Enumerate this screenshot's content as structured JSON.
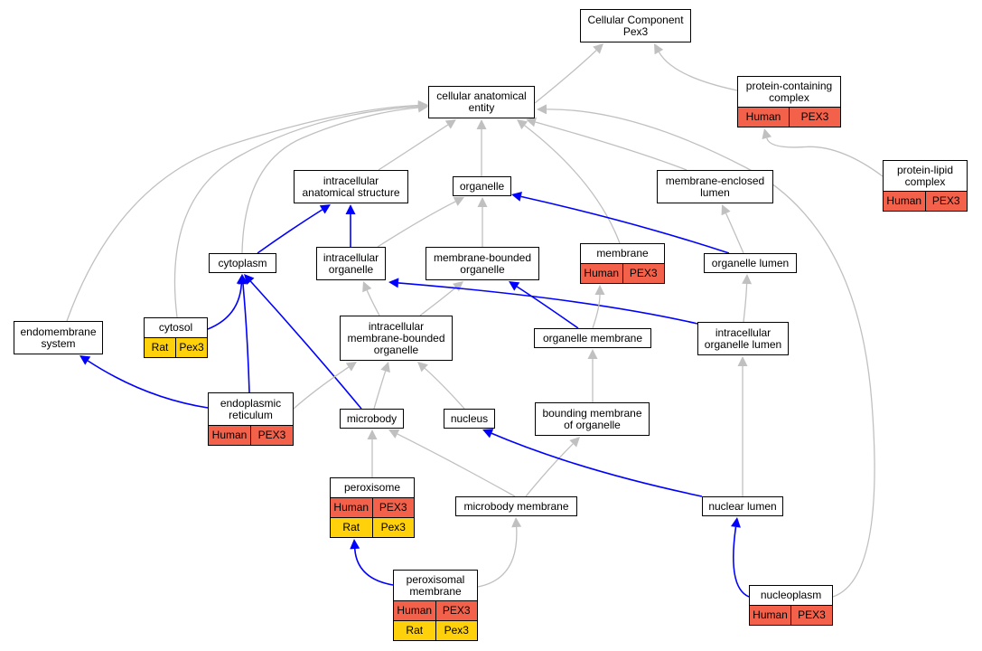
{
  "colors": {
    "is_a_edge": "#c0c0c0",
    "part_of_edge": "#0000ff",
    "human_annotation": "#f4614a",
    "rat_annotation": "#fed10a"
  },
  "nodes": {
    "root": {
      "label": "Cellular Component\nPex3"
    },
    "cae": {
      "label": "cellular anatomical\nentity"
    },
    "pcc": {
      "label": "protein-containing\ncomplex",
      "annotations": [
        {
          "species": "Human",
          "gene": "PEX3"
        }
      ]
    },
    "plc": {
      "label": "protein-lipid\ncomplex",
      "annotations": [
        {
          "species": "Human",
          "gene": "PEX3"
        }
      ]
    },
    "ias": {
      "label": "intracellular\nanatomical structure"
    },
    "organelle": {
      "label": "organelle"
    },
    "mel": {
      "label": "membrane-enclosed\nlumen"
    },
    "cytoplasm": {
      "label": "cytoplasm"
    },
    "io": {
      "label": "intracellular\norganelle"
    },
    "mbo": {
      "label": "membrane-bounded\norganelle"
    },
    "membrane": {
      "label": "membrane",
      "annotations": [
        {
          "species": "Human",
          "gene": "PEX3"
        }
      ]
    },
    "ol": {
      "label": "organelle lumen"
    },
    "ems": {
      "label": "endomembrane\nsystem"
    },
    "cytosol": {
      "label": "cytosol",
      "annotations": [
        {
          "species": "Rat",
          "gene": "Pex3"
        }
      ]
    },
    "imbo": {
      "label": "intracellular\nmembrane-bounded\norganelle"
    },
    "om": {
      "label": "organelle membrane"
    },
    "iol": {
      "label": "intracellular\norganelle lumen"
    },
    "er": {
      "label": "endoplasmic\nreticulum",
      "annotations": [
        {
          "species": "Human",
          "gene": "PEX3"
        }
      ]
    },
    "microbody": {
      "label": "microbody"
    },
    "nucleus": {
      "label": "nucleus"
    },
    "bmo": {
      "label": "bounding membrane\nof organelle"
    },
    "peroxisome": {
      "label": "peroxisome",
      "annotations": [
        {
          "species": "Human",
          "gene": "PEX3"
        },
        {
          "species": "Rat",
          "gene": "Pex3"
        }
      ]
    },
    "mm": {
      "label": "microbody membrane"
    },
    "nl": {
      "label": "nuclear lumen"
    },
    "pm": {
      "label": "peroxisomal\nmembrane",
      "annotations": [
        {
          "species": "Human",
          "gene": "PEX3"
        },
        {
          "species": "Rat",
          "gene": "Pex3"
        }
      ]
    },
    "np": {
      "label": "nucleoplasm",
      "annotations": [
        {
          "species": "Human",
          "gene": "PEX3"
        }
      ]
    }
  },
  "edges": [
    {
      "from": "cae",
      "to": "root",
      "relation": "is_a"
    },
    {
      "from": "pcc",
      "to": "root",
      "relation": "is_a"
    },
    {
      "from": "plc",
      "to": "pcc",
      "relation": "is_a"
    },
    {
      "from": "ias",
      "to": "cae",
      "relation": "is_a"
    },
    {
      "from": "organelle",
      "to": "cae",
      "relation": "is_a"
    },
    {
      "from": "mel",
      "to": "cae",
      "relation": "is_a"
    },
    {
      "from": "membrane",
      "to": "cae",
      "relation": "is_a"
    },
    {
      "from": "cytoplasm",
      "to": "cae",
      "relation": "is_a"
    },
    {
      "from": "cytosol",
      "to": "cae",
      "relation": "is_a"
    },
    {
      "from": "ems",
      "to": "cae",
      "relation": "is_a"
    },
    {
      "from": "np",
      "to": "cae",
      "relation": "is_a"
    },
    {
      "from": "cytoplasm",
      "to": "ias",
      "relation": "part_of"
    },
    {
      "from": "io",
      "to": "ias",
      "relation": "part_of"
    },
    {
      "from": "io",
      "to": "organelle",
      "relation": "is_a"
    },
    {
      "from": "mbo",
      "to": "organelle",
      "relation": "is_a"
    },
    {
      "from": "ol",
      "to": "organelle",
      "relation": "part_of"
    },
    {
      "from": "ol",
      "to": "mel",
      "relation": "is_a"
    },
    {
      "from": "cytosol",
      "to": "cytoplasm",
      "relation": "part_of"
    },
    {
      "from": "er",
      "to": "cytoplasm",
      "relation": "part_of"
    },
    {
      "from": "microbody",
      "to": "cytoplasm",
      "relation": "part_of"
    },
    {
      "from": "imbo",
      "to": "io",
      "relation": "is_a"
    },
    {
      "from": "imbo",
      "to": "mbo",
      "relation": "is_a"
    },
    {
      "from": "iol",
      "to": "io",
      "relation": "part_of"
    },
    {
      "from": "om",
      "to": "membrane",
      "relation": "is_a"
    },
    {
      "from": "om",
      "to": "mbo",
      "relation": "part_of"
    },
    {
      "from": "iol",
      "to": "ol",
      "relation": "is_a"
    },
    {
      "from": "er",
      "to": "ems",
      "relation": "part_of"
    },
    {
      "from": "er",
      "to": "imbo",
      "relation": "is_a"
    },
    {
      "from": "microbody",
      "to": "imbo",
      "relation": "is_a"
    },
    {
      "from": "nucleus",
      "to": "imbo",
      "relation": "is_a"
    },
    {
      "from": "bmo",
      "to": "om",
      "relation": "is_a"
    },
    {
      "from": "nl",
      "to": "iol",
      "relation": "is_a"
    },
    {
      "from": "peroxisome",
      "to": "microbody",
      "relation": "is_a"
    },
    {
      "from": "mm",
      "to": "microbody",
      "relation": "is_a"
    },
    {
      "from": "mm",
      "to": "bmo",
      "relation": "is_a"
    },
    {
      "from": "nl",
      "to": "nucleus",
      "relation": "part_of"
    },
    {
      "from": "pm",
      "to": "peroxisome",
      "relation": "part_of"
    },
    {
      "from": "pm",
      "to": "mm",
      "relation": "is_a"
    },
    {
      "from": "np",
      "to": "nl",
      "relation": "part_of"
    }
  ]
}
